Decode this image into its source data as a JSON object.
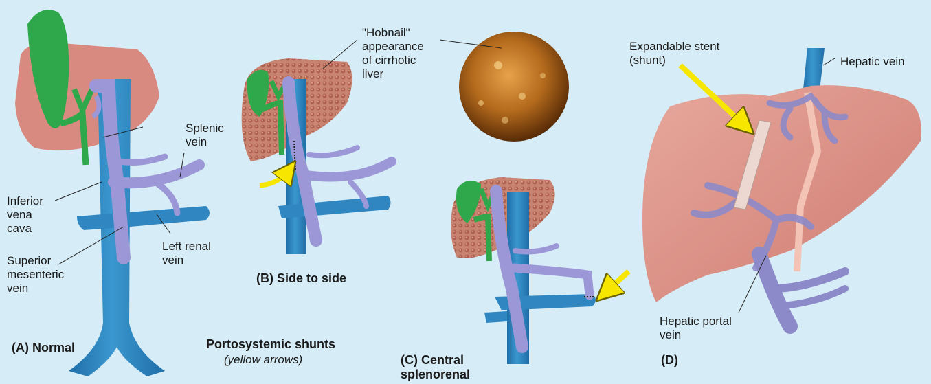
{
  "colors": {
    "background": "#d6ecf6",
    "ivc_blue": "#2f86c0",
    "portal_purple": "#9c97d6",
    "gallbladder_green": "#2ea84a",
    "liver_pink": "#d98a80",
    "cirrhotic_liver": "#c88470",
    "arrow_yellow": "#f6e600",
    "stent": "#ecd8d0"
  },
  "labels": {
    "splenic_vein": "Splenic\nvein",
    "inferior_vena_cava": "Inferior\nvena\ncava",
    "left_renal_vein": "Left renal\nvein",
    "superior_mesenteric_vein": "Superior\nmesenteric\nvein",
    "hobnail": "\"Hobnail\"\nappearance\nof cirrhotic\nliver",
    "expandable_stent": "Expandable stent\n(shunt)",
    "hepatic_vein": "Hepatic vein",
    "hepatic_portal_vein": "Hepatic portal\nvein"
  },
  "captions": {
    "a": "(A) Normal",
    "b": "(B) Side to side",
    "c": "(C) Central\n      splenorenal",
    "d": "(D)",
    "title": "Portosystemic shunts",
    "subtitle": "(yellow arrows)"
  }
}
